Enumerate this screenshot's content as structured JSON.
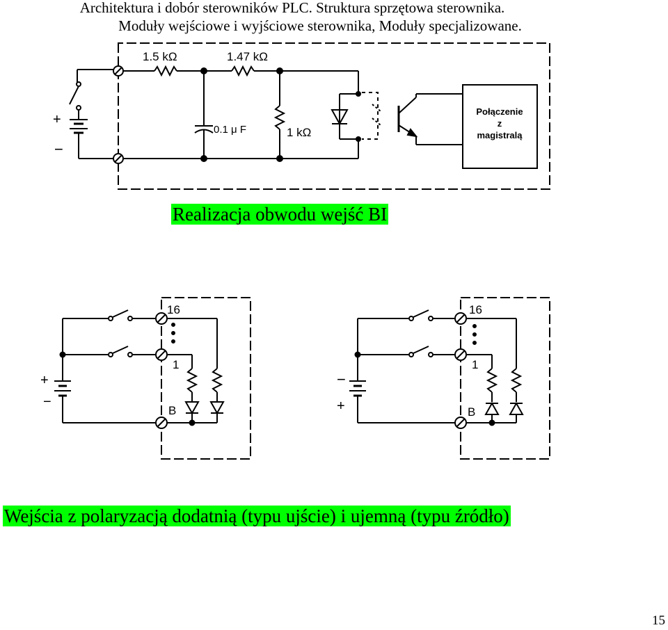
{
  "header": {
    "line1": "Architektura i dobór sterowników PLC. Struktura sprzętowa sterownika.",
    "line2": "Moduły wejściowe i wyjściowe sterownika, Moduły specjalizowane."
  },
  "circuit_top": {
    "r1": "1.5 kΩ",
    "r2": "1.47 kΩ",
    "cap": "0.1 μ F",
    "r3": "1 kΩ",
    "plus": "+",
    "minus": "−",
    "box_line1": "Połączenie",
    "box_line2": "z",
    "box_line3": "magistralą"
  },
  "caption1": "Realizacja obwodu wejść BI",
  "circuit_left": {
    "n16": "16",
    "n1": "1",
    "nB": "B",
    "plus": "+",
    "minus": "−"
  },
  "circuit_right": {
    "n16": "16",
    "n1": "1",
    "nB": "B",
    "plus": "+",
    "minus": "−"
  },
  "caption2": "Wejścia z polaryzacją dodatnią (typu ujście) i ujemną (typu źródło)",
  "page_number": "15"
}
